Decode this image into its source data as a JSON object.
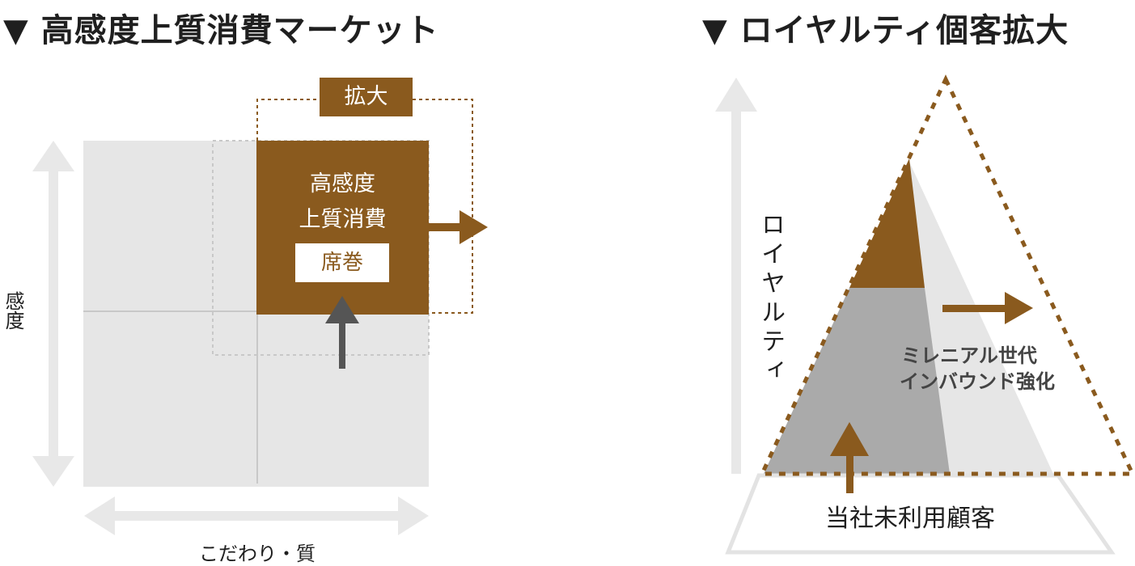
{
  "left_panel": {
    "heading": "▼ 高感度上質消費マーケット",
    "expand_tag": "拡大",
    "box_line1": "高感度",
    "box_line2": "上質消費",
    "share_label": "席巻",
    "y_axis_label": "感度",
    "x_axis_label": "こだわり・質"
  },
  "right_panel": {
    "heading": "▼ ロイヤルティ個客拡大",
    "y_axis_label": "ロイヤルティ",
    "segment_line1": "ミレニアル世代",
    "segment_line2": "インバウンド強化",
    "base_label": "当社未利用顧客"
  },
  "colors": {
    "brown": "#8a5a1e",
    "gray_bg": "#e6e6e6",
    "gray_mid": "#aaaaaa",
    "arrow_gray": "#555555",
    "light_arrow": "#e8e8e8"
  }
}
